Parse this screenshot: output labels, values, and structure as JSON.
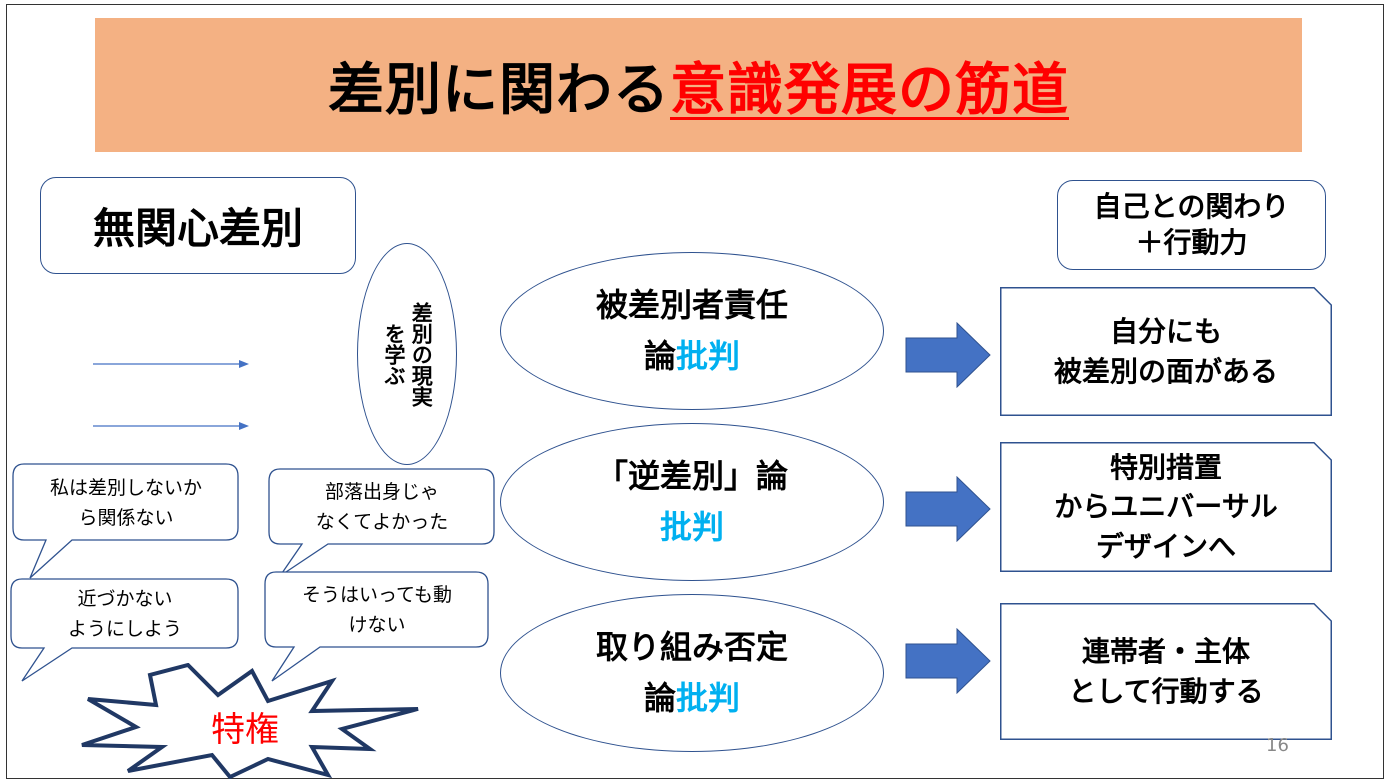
{
  "title": {
    "black": "差別に関わる",
    "red": "意識発展の筋道"
  },
  "left_box": "無関心差別",
  "right_top_box": {
    "line1": "自己との関わり",
    "line2": "＋行動力"
  },
  "small_oval": {
    "col1": "差別の現実",
    "col2": "を学ぶ"
  },
  "ovals": [
    {
      "line1": "被差別者責任",
      "line2_black": "論",
      "line2_blue": "批判"
    },
    {
      "line1": "「逆差別」論",
      "line2_black": "",
      "line2_blue": "批判"
    },
    {
      "line1": "取り組み否定",
      "line2_black": "論",
      "line2_blue": "批判"
    }
  ],
  "docs": [
    {
      "line1": "自分にも",
      "line2": "被差別の面がある",
      "line3": ""
    },
    {
      "line1": "特別措置",
      "line2": "からユニバーサル",
      "line3": "デザインへ"
    },
    {
      "line1": "連帯者・主体",
      "line2": "として行動する",
      "line3": ""
    }
  ],
  "bubbles": {
    "b1": {
      "line1": "私は差別しないか",
      "line2": "ら関係ない"
    },
    "b2": {
      "line1": "近づかない",
      "line2": "ようにしよう"
    },
    "b3": {
      "line1": "部落出身じゃ",
      "line2": "なくてよかった"
    },
    "b4": {
      "line1": "そうはいっても動",
      "line2": "けない"
    }
  },
  "star_label": "特権",
  "page_number": "16",
  "colors": {
    "banner": "#f4b183",
    "title_red": "#ff0000",
    "accent_blue": "#00b0f0",
    "outline_blue": "#2f528f",
    "arrow_fill": "#4472c4"
  }
}
